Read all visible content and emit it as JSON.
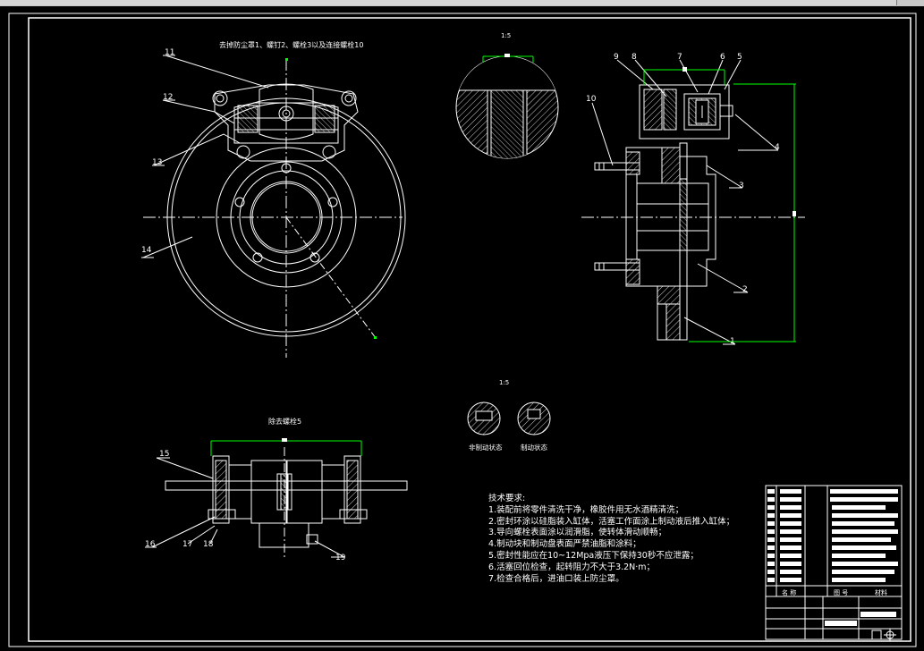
{
  "view_titles": {
    "top_left": "去掉防尘罩1、螺钉2、螺栓3以及连接螺栓10",
    "scale_top": "1:5",
    "bottom_left": "除去螺栓5",
    "scale_mid": "1:5",
    "state_off": "非制动状态",
    "state_on": "制动状态"
  },
  "part_numbers": {
    "p1": "1",
    "p2": "2",
    "p3": "3",
    "p4": "4",
    "p5": "5",
    "p6": "6",
    "p7": "7",
    "p8": "8",
    "p9": "9",
    "p10": "10",
    "p11": "11",
    "p12": "12",
    "p13": "13",
    "p14": "14",
    "p15": "15",
    "p16": "16",
    "p17": "17",
    "p18": "18",
    "p19": "19"
  },
  "requirements": {
    "title": "技术要求:",
    "items": [
      "1.装配前将零件清洗干净，橡胶件用无水酒精清洗；",
      "2.密封环涂以硅脂装入缸体，活塞工作面涂上制动液后推入缸体；",
      "3.导向螺栓表面涂以润滑脂，使转体滑动顺畅；",
      "4.制动块和制动盘表面严禁油脂和涂料；",
      "5.密封性能应在10~12Mpa液压下保持30秒不应泄露；",
      "6.活塞回位检查，起转阻力不大于3.2N·m；",
      "7.检查合格后，进油口装上防尘罩。"
    ]
  },
  "title_block": {
    "col_name": "名 称",
    "col_drawing": "图 号",
    "col_material": "材料"
  },
  "colors": {
    "background": "#000000",
    "line": "#ffffff",
    "dimension": "#00ff00",
    "topbar": "#c8c8c8"
  }
}
